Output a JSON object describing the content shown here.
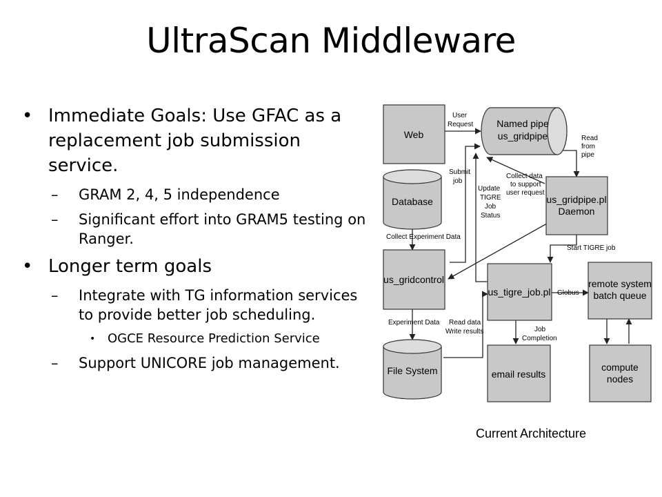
{
  "slide": {
    "title": "UltraScan Middleware",
    "bullets": [
      {
        "text": "Immediate Goals: Use GFAC as a replacement job submission service.",
        "sub": [
          {
            "text": "GRAM 2, 4, 5 independence"
          },
          {
            "text": "Significant effort into GRAM5 testing on Ranger."
          }
        ]
      },
      {
        "text": "Longer term goals",
        "sub": [
          {
            "text": "Integrate with TG information services to provide better job scheduling.",
            "sub": [
              "OGCE Resource Prediction Service"
            ]
          },
          {
            "text": "Support UNICORE job management."
          }
        ]
      }
    ],
    "marks": {
      "bullet": "•",
      "dash": "–"
    }
  },
  "diagram": {
    "nodes": {
      "web": "Web",
      "named_pipe": [
        "Named pipe",
        "us_gridpipe"
      ],
      "database": "Database",
      "daemon": [
        "us_gridpipe.pl",
        "Daemon"
      ],
      "gridcontrol": "us_gridcontrol",
      "tigre_job": "us_tigre_job.pl",
      "batch_queue": [
        "remote system",
        "batch queue"
      ],
      "file_system": "File System",
      "email": "email results",
      "compute": [
        "compute",
        "nodes"
      ]
    },
    "edge_labels": {
      "user_request": [
        "User",
        "Request"
      ],
      "read_from_pipe": [
        "Read",
        "from",
        "pipe"
      ],
      "submit_job": [
        "Submit",
        "job"
      ],
      "collect_data": [
        "Collect data",
        "to support",
        "user request"
      ],
      "update_tigre": [
        "Update",
        "TIGRE",
        "Job",
        "Status"
      ],
      "collect_experiment": "Collect Experiment Data",
      "start_tigre": "Start TIGRE job",
      "globus": "Globus",
      "experiment_data": "Experiment Data",
      "read_write": [
        "Read data",
        "Write results"
      ],
      "job_completion": [
        "Job",
        "Completion"
      ]
    },
    "caption": "Current Architecture"
  }
}
